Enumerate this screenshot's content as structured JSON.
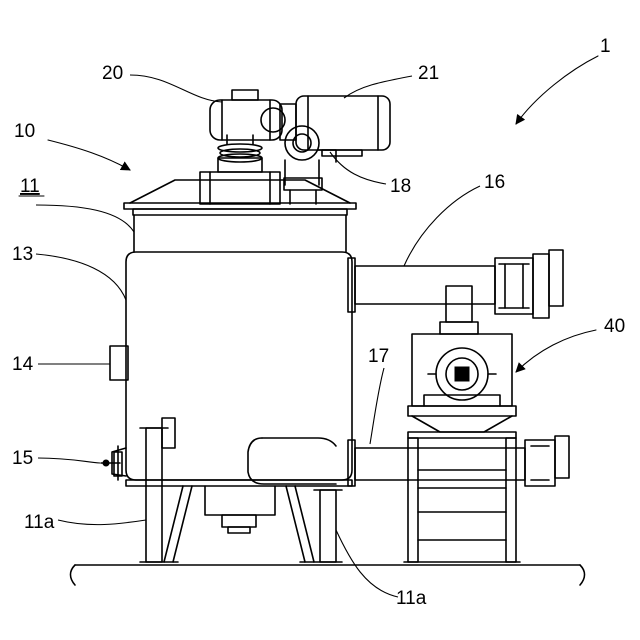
{
  "labels": {
    "device": "1",
    "tank": "10",
    "tank_body": "11",
    "leg_left": "11a",
    "leg_right": "11a",
    "shell": "13",
    "window": "14",
    "valve": "15",
    "upper_pipe": "16",
    "lower_pipe": "17",
    "pump_head": "18",
    "reducer": "20",
    "motor": "21",
    "unit": "40"
  }
}
